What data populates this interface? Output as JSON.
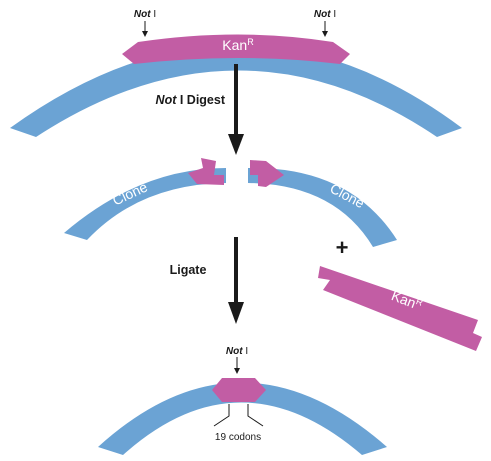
{
  "colors": {
    "clone": "#6ba3d4",
    "kan": "#c25da4",
    "arrow": "#1a1a1a",
    "text": "#1a1a1a",
    "on_color": "#ffffff"
  },
  "labels": {
    "not_site_bold": "Not",
    "not_site_rest": " I",
    "clone": "Clone",
    "kan_main": "Kan",
    "kan_sup": "R",
    "digest_bold": "Not",
    "digest_rest": " I Digest",
    "ligate": "Ligate",
    "plus": "+",
    "codons": "19 codons"
  }
}
